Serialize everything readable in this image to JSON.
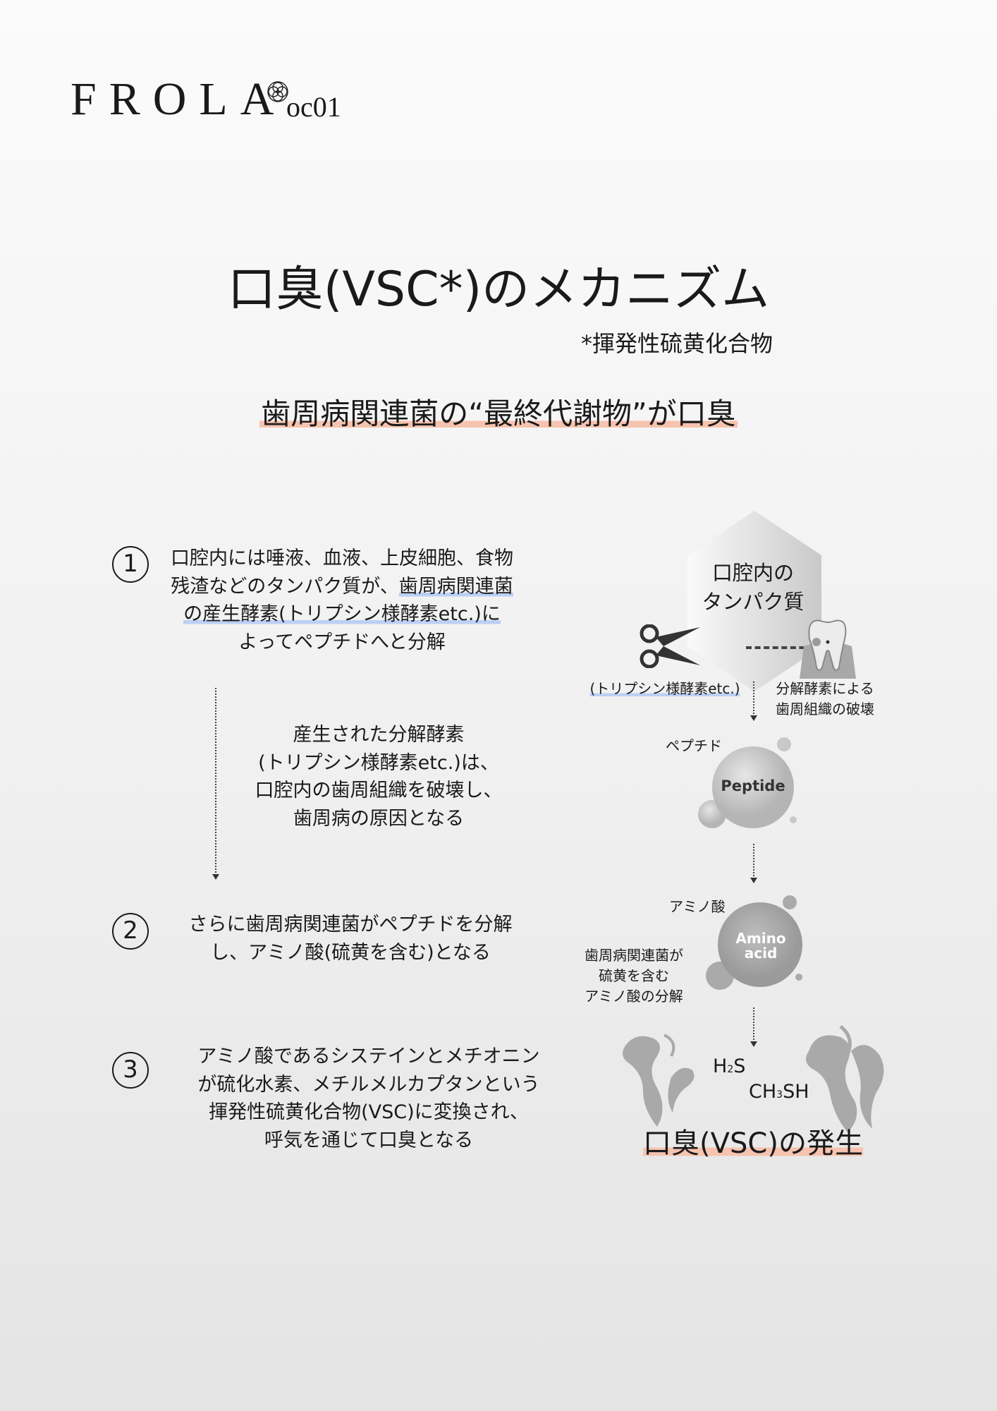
{
  "brand": {
    "name": "FROLA",
    "product": "oc01"
  },
  "title": "口臭(VSC*)のメカニズム",
  "footnote": "*揮発性硫黄化合物",
  "subtitle": "歯周病関連菌の“最終代謝物”が口臭",
  "steps": [
    {
      "number": "1",
      "lines": [
        "口腔内には唾液、血液、上皮細胞、食物",
        "残渣などのタンパク質が、",
        "歯周病関連菌",
        "の産生酵素(トリプシン様酵素etc.)に",
        "よってペプチドへと分解"
      ]
    },
    {
      "number": "2",
      "lines": [
        "さらに歯周病関連菌がペプチドを分解",
        "し、アミノ酸(硫黄を含む)となる"
      ]
    },
    {
      "number": "3",
      "lines": [
        "アミノ酸であるシステインとメチオニン",
        "が硫化水素、メチルメルカプタンという",
        "揮発性硫黄化合物(VSC)に変換され、",
        "呼気を通じて口臭となる"
      ]
    }
  ],
  "middle_note": [
    "産生された分解酵素",
    "(トリプシン様酵素etc.)は、",
    "口腔内の歯周組織を破壊し、",
    "歯周病の原因となる"
  ],
  "diagram": {
    "hexagon": [
      "口腔内の",
      "タンパク質"
    ],
    "enzyme_label": "(トリプシン様酵素etc.)",
    "tooth_label": [
      "分解酵素による",
      "歯周組織の破壊"
    ],
    "peptide_label": "ペプチド",
    "peptide_bubble": "Peptide",
    "amino_label": "アミノ酸",
    "amino_bubble": [
      "Amino",
      "acid"
    ],
    "amino_note": [
      "歯周病関連菌が",
      "硫黄を含む",
      "アミノ酸の分解"
    ],
    "h2s": {
      "a": "H",
      "sub": "2",
      "b": "S"
    },
    "ch3sh": {
      "a": "CH",
      "sub": "3",
      "b": "SH"
    },
    "result": "口臭(VSC)の発生"
  }
}
